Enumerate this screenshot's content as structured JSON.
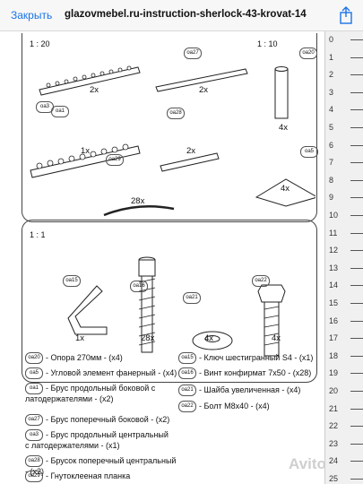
{
  "topbar": {
    "close_label": "Закрыть",
    "title": "glazovmebel.ru-instruction-sherlock-43-krovat-1400.pdf"
  },
  "page": {
    "scale_1_20": "1 : 20",
    "scale_1_10": "1 : 10",
    "scale_1_1": "1 : 1",
    "parts": [
      {
        "code": "оа1",
        "qty": "2х"
      },
      {
        "code": "оа27",
        "qty": "2х"
      },
      {
        "code": "оа20",
        "qty": "4х"
      },
      {
        "code": "оа3",
        "qty": "1х"
      },
      {
        "code": "оа28",
        "qty": "2х"
      },
      {
        "code": "оа5",
        "qty": "4х"
      },
      {
        "code": "оа29",
        "qty": "28х"
      }
    ],
    "hardware": [
      {
        "code": "оа15",
        "qty": "1х"
      },
      {
        "code": "оа16",
        "qty": "28х"
      },
      {
        "code": "оа21",
        "qty": "4х"
      },
      {
        "code": "оа22",
        "qty": "4х"
      }
    ],
    "legend_left": [
      {
        "code": "оа20",
        "text": "- Опора 270мм - (х4)"
      },
      {
        "code": "оа5",
        "text": "- Угловой элемент фанерный - (х4)"
      },
      {
        "code": "оа1",
        "text": "- Брус продольный боковой с латодержателями - (х2)"
      },
      {
        "code": "оа27",
        "text": "- Брус поперечный боковой - (х2)"
      },
      {
        "code": "оа3",
        "text": "- Брус продольный центральный с латодержателями - (х1)"
      },
      {
        "code": "оа28",
        "text": "- Брусок поперечный центральный - (х2)"
      },
      {
        "code": "оа29",
        "text": "- Гнутоклееная планка"
      }
    ],
    "legend_right": [
      {
        "code": "оа15",
        "text": "- Ключ шестигранный S4 - (х1)"
      },
      {
        "code": "оа16",
        "text": "- Винт конфирмат 7х50 - (х28)"
      },
      {
        "code": "оа21",
        "text": "- Шайба увеличенная - (х4)"
      },
      {
        "code": "оа22",
        "text": "- Болт М8х40 - (х4)"
      }
    ],
    "watermark": "Avito"
  },
  "ruler": {
    "labels": [
      "0",
      "1",
      "2",
      "3",
      "4",
      "5",
      "6",
      "7",
      "8",
      "9",
      "10",
      "11",
      "12",
      "13",
      "14",
      "15",
      "16",
      "17",
      "18",
      "19",
      "20",
      "21",
      "22",
      "23",
      "24",
      "25"
    ]
  }
}
